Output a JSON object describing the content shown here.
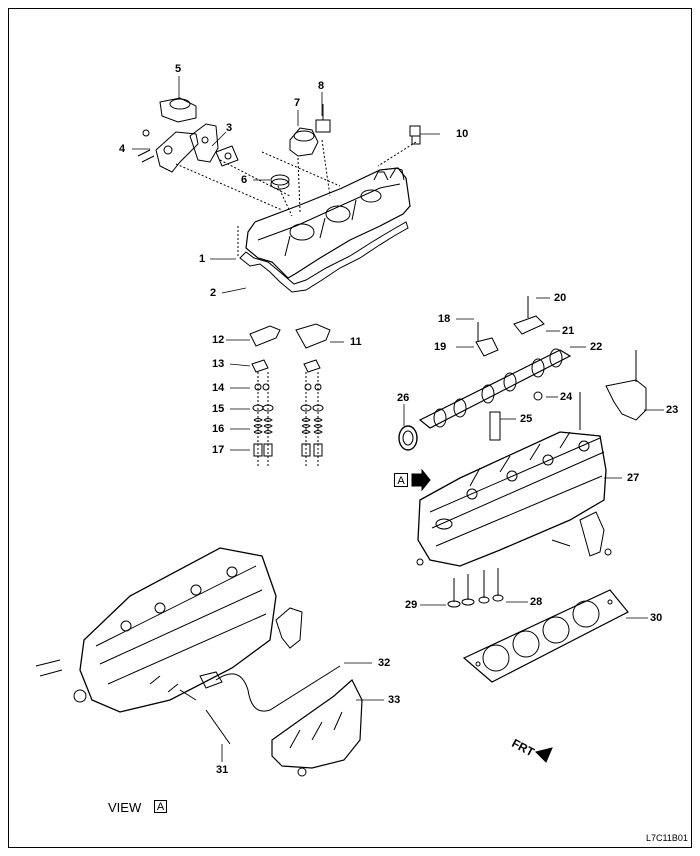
{
  "callouts": {
    "c1": "1",
    "c2": "2",
    "c3": "3",
    "c4": "4",
    "c5": "5",
    "c6": "6",
    "c7": "7",
    "c8": "8",
    "c10": "10",
    "c11": "11",
    "c12": "12",
    "c13": "13",
    "c14": "14",
    "c15": "15",
    "c16": "16",
    "c17": "17",
    "c18": "18",
    "c19": "19",
    "c20": "20",
    "c21": "21",
    "c22": "22",
    "c23": "23",
    "c24": "24",
    "c25": "25",
    "c26": "26",
    "c27": "27",
    "c28": "28",
    "c29": "29",
    "c30": "30",
    "c31": "31",
    "c32": "32",
    "c33": "33"
  },
  "view": {
    "label": "VIEW",
    "marker": "A"
  },
  "a_marker": "A",
  "front_label": "FRT",
  "figure_code": "L7C11B01"
}
